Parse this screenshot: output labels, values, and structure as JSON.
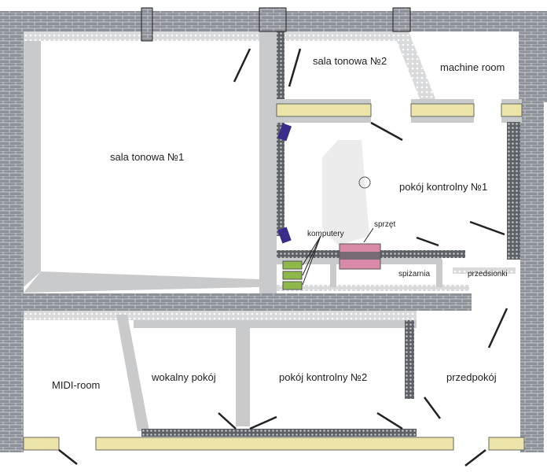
{
  "rooms": {
    "sala1": "sala tonowa №1",
    "sala2": "sala tonowa №2",
    "machine": "machine room",
    "kontrolny1": "pokój kontrolny №1",
    "kontrolny2": "pokój kontrolny №2",
    "midi": "MIDI-room",
    "wokalny": "wokalny pokój",
    "przedpokoj": "przedpokój",
    "spizarnia": "spiżarnia",
    "przedsionki": "przedsionki"
  },
  "annotations": {
    "sprzet": "sprzęt",
    "komputery": "komputery"
  },
  "colors": {
    "brick": "#8c9197",
    "insulation": "#c8cacc",
    "window": "#ece4a8",
    "equipment": "#d98aa8",
    "computer": "#8fb84a",
    "monitor": "#3a2d8a"
  }
}
